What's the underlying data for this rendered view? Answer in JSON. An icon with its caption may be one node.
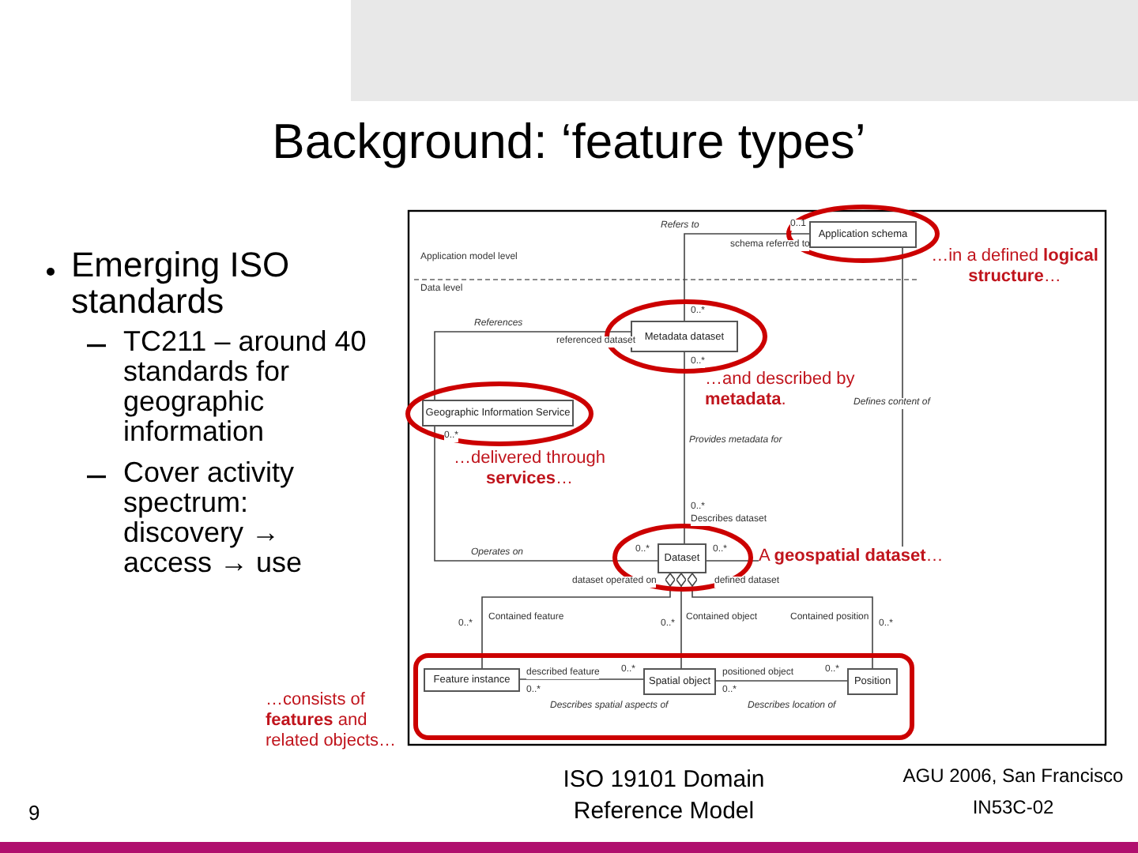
{
  "diagram": {
    "title": "Background: ‘feature types’",
    "caption": "ISO 19101 Domain Reference Model",
    "nodes": [
      {
        "text": [
          "Application schema"
        ]
      },
      {
        "text": [
          "Metadata dataset"
        ]
      },
      {
        "text": [
          "Geographic Information Service"
        ]
      },
      {
        "text": [
          "Dataset"
        ]
      },
      {
        "text": [
          "Feature instance"
        ]
      },
      {
        "text": [
          "Spatial object"
        ]
      },
      {
        "text": [
          "Position"
        ]
      }
    ],
    "edges": [
      {
        "from": 1,
        "to": 0,
        "arrow": "none",
        "label": "Refers to"
      },
      {
        "from": 2,
        "to": 1,
        "arrow": "none",
        "label": "References"
      },
      {
        "from": 1,
        "to": 3,
        "arrow": "none",
        "label": "Provides metadata for"
      },
      {
        "from": 0,
        "to": 3,
        "arrow": "none",
        "label": "Defines content of"
      },
      {
        "from": 2,
        "to": 3,
        "arrow": "none",
        "label": "Operates on"
      },
      {
        "from": 3,
        "to": 4,
        "arrow": "other"
      },
      {
        "from": 3,
        "to": 5,
        "arrow": "other"
      },
      {
        "from": 3,
        "to": 6,
        "arrow": "other"
      },
      {
        "from": 4,
        "to": 5,
        "arrow": "none",
        "label": "Describes spatial aspects of"
      },
      {
        "from": 5,
        "to": 6,
        "arrow": "none",
        "label": "Describes location of"
      }
    ],
    "labels": [
      "Emerging ISO standards",
      "TC211 – around 40 standards for geographic information",
      "Cover activity spectrum: discovery → access → use",
      "Application model level",
      "Data level",
      "0..1",
      "schema referred to",
      "0..*",
      "referenced dataset",
      "0..*",
      "0..*",
      "0..*",
      "Describes dataset",
      "0..*",
      "dataset operated on",
      "0..*",
      "defined dataset",
      "0..*",
      "Contained feature",
      "0..*",
      "Contained object",
      "Contained position",
      "0..*",
      "described feature",
      "0..*",
      "0..*",
      "positioned object",
      "0..*",
      "0..*",
      "…in a defined **logical structure**…",
      "…and described by **metadata**.",
      "…delivered through **services**…",
      "A **geospatial dataset**…",
      "…consists of **features** and related objects…",
      "AGU 2006, San Francisco",
      "IN53C-02",
      "9"
    ]
  }
}
